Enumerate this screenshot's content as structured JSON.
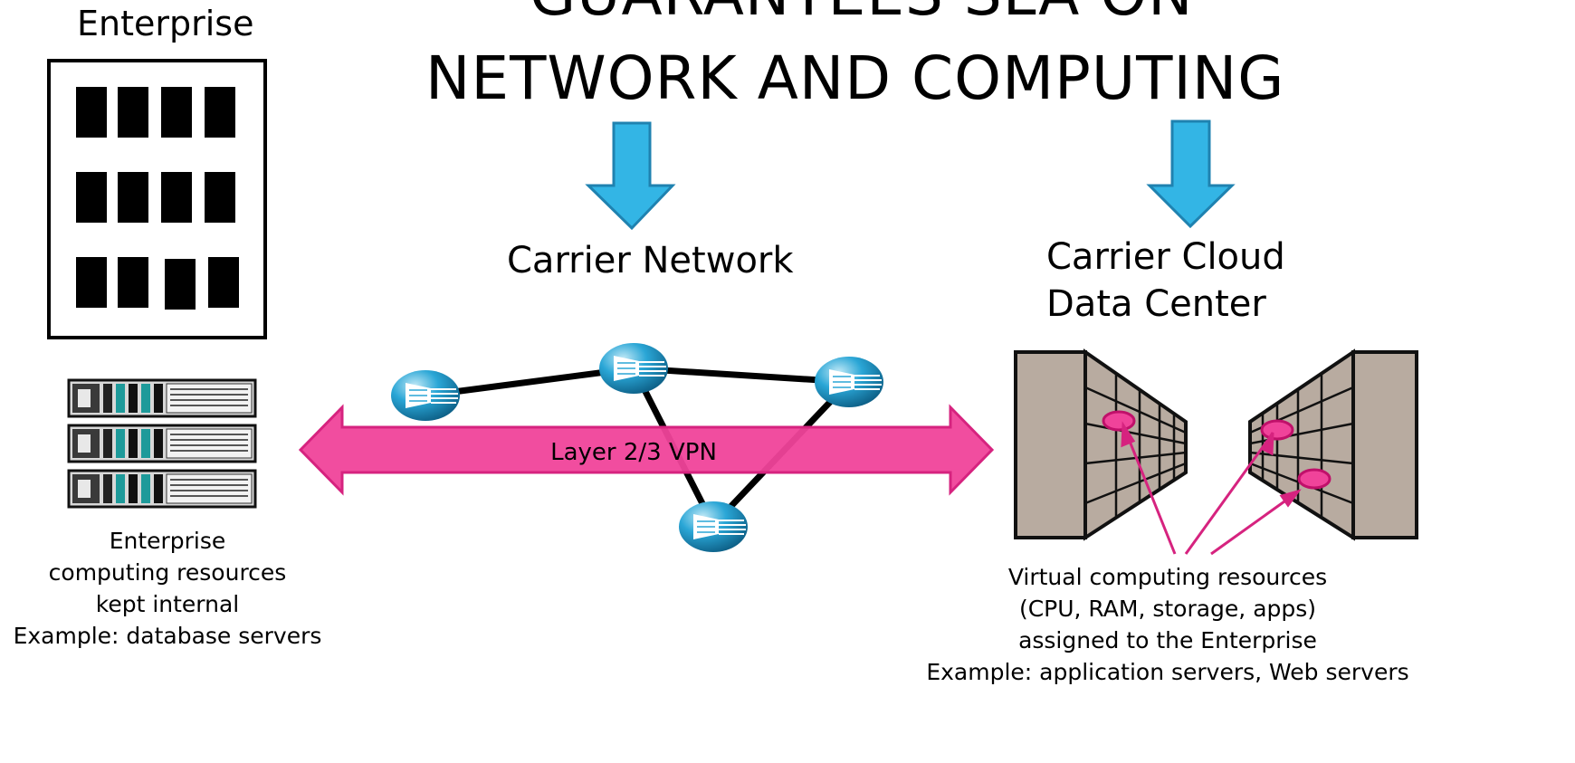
{
  "title": {
    "line1": "GUARANTEES SLA ON",
    "line2": "NETWORK AND COMPUTING"
  },
  "enterprise": {
    "label": "Enterprise",
    "caption": [
      "Enterprise",
      "computing resources",
      "kept internal",
      "Example: database servers"
    ]
  },
  "carrier_network": {
    "label": "Carrier Network"
  },
  "data_center": {
    "label_line1": "Carrier Cloud",
    "label_line2": "Data Center",
    "caption": [
      "Virtual computing resources",
      "(CPU, RAM, storage, apps)",
      "assigned to the Enterprise",
      "Example: application servers, Web servers"
    ]
  },
  "vpn": {
    "label": "Layer 2/3 VPN"
  },
  "colors": {
    "arrow_blue": "#33b5e5",
    "vpn_pink": "#f0439a",
    "rack_brown": "#b8aba0"
  }
}
